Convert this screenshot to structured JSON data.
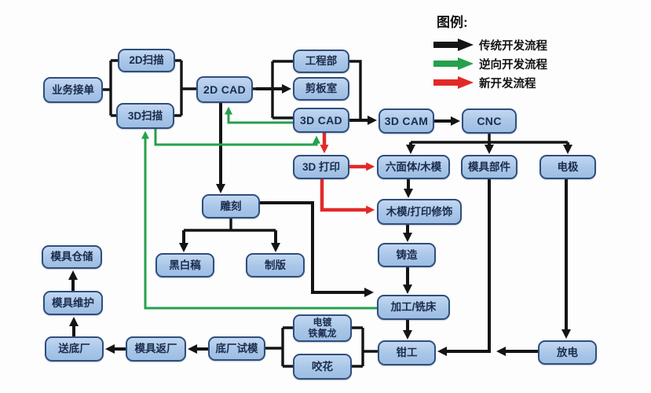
{
  "legend": {
    "title": "图例:",
    "items": [
      {
        "label": "传统开发流程",
        "color": "#141414"
      },
      {
        "label": "逆向开发流程",
        "color": "#25a14d"
      },
      {
        "label": "新开发流程",
        "color": "#e12a28"
      }
    ]
  },
  "nodes": [
    {
      "label": "业务接单"
    },
    {
      "label": "2D扫描"
    },
    {
      "label": "3D扫描"
    },
    {
      "label": "2D CAD"
    },
    {
      "label": "工程部"
    },
    {
      "label": "剪板室"
    },
    {
      "label": "3D CAD"
    },
    {
      "label": "3D CAM"
    },
    {
      "label": "CNC"
    },
    {
      "label": "3D 打印"
    },
    {
      "label": "六面体/木模"
    },
    {
      "label": "模具部件"
    },
    {
      "label": "电极"
    },
    {
      "label": "雕刻"
    },
    {
      "label": "木模/打印修饰"
    },
    {
      "label": "黑白稿"
    },
    {
      "label": "制版"
    },
    {
      "label": "铸造"
    },
    {
      "label": "加工/铣床"
    },
    {
      "label": "模具仓储"
    },
    {
      "label": "模具维护"
    },
    {
      "label": "送底厂"
    },
    {
      "label": "模具返厂"
    },
    {
      "label": "底厂试模"
    },
    {
      "label": "电镀\n铁氟龙"
    },
    {
      "label": "咬花"
    },
    {
      "label": "钳工"
    },
    {
      "label": "放电"
    }
  ],
  "colors": {
    "node_fill": "#a8c6e8",
    "node_border": "#2f4e7d",
    "node_text": "#1c2c4c",
    "flow_traditional": "#141414",
    "flow_reverse": "#25a14d",
    "flow_new": "#e12a28",
    "background": "#fdfdfd"
  }
}
